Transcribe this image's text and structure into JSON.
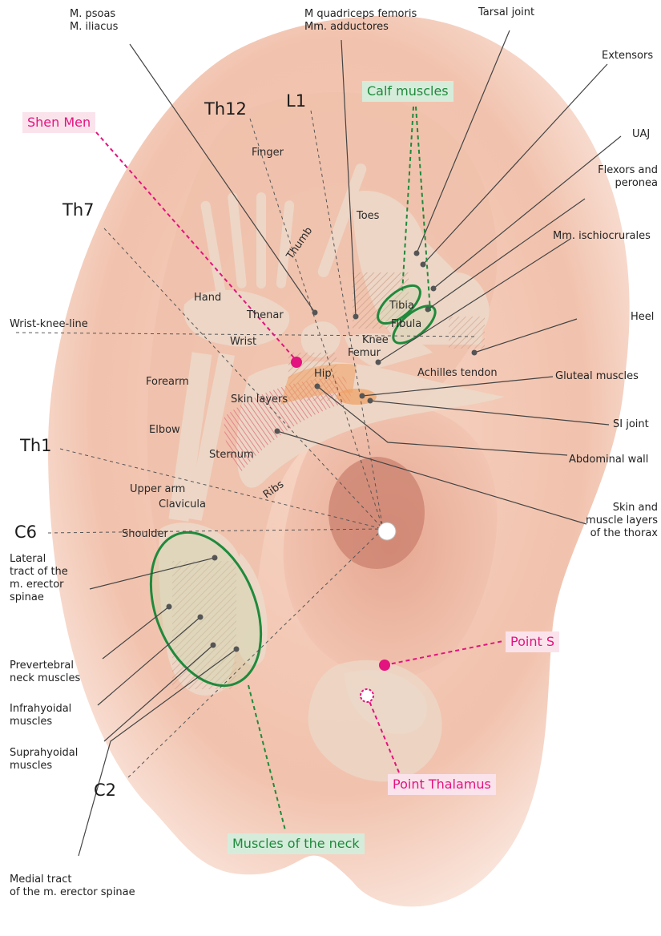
{
  "top_labels": {
    "psoas": "M. psoas\nM. iliacus",
    "quadriceps": "M quadriceps femoris\nMm. adductores",
    "tarsal_joint": "Tarsal joint",
    "extensors": "Extensors",
    "uaj": "UAJ",
    "flexors": "Flexors and\nperonea",
    "ischiocrurales": "Mm. ischiocrurales",
    "heel": "Heel",
    "gluteal": "Gluteal muscles",
    "si_joint": "SI joint",
    "abdominal_wall": "Abdominal wall",
    "thorax": "Skin and\nmuscle layers\nof the thorax"
  },
  "left_labels": {
    "wrist_knee_line": "Wrist-knee-line",
    "lateral_tract": "Lateral\ntract of the\nm. erector\nspinae",
    "prevertebral": "Prevertebral\nneck muscles",
    "infrahyoidal": "Infrahyoidal\nmuscles",
    "suprahyoidal": "Suprahyoidal\nmuscles",
    "medial_tract": "Medial tract\nof the m. erector spinae"
  },
  "vertebrae": {
    "th12": "Th12",
    "l1": "L1",
    "th7": "Th7",
    "th1": "Th1",
    "c6": "C6",
    "c2": "C2"
  },
  "inner_labels": {
    "finger": "Finger",
    "toes": "Toes",
    "thumb": "Thumb",
    "hand": "Hand",
    "thenar": "Thenar",
    "wrist": "Wrist",
    "tibia": "Tibia",
    "fibula": "Fibula",
    "knee": "Knee",
    "femur": "Femur",
    "hip": "Hip",
    "achilles": "Achilles tendon",
    "forearm": "Forearm",
    "skin_layers": "Skin layers",
    "elbow": "Elbow",
    "sternum": "Sternum",
    "ribs": "Ribs",
    "upper_arm": "Upper arm",
    "clavicula": "Clavicula",
    "shoulder": "Shoulder"
  },
  "tags": {
    "shen_men": "Shen Men",
    "calf_muscles": "Calf muscles",
    "point_s": "Point S",
    "point_thalamus": "Point Thalamus",
    "neck_muscles": "Muscles of the neck"
  },
  "colors": {
    "pink": "#e3137f",
    "green": "#1f8a3c",
    "skin": "#f3c7b4",
    "bone": "#ecd9c9"
  }
}
